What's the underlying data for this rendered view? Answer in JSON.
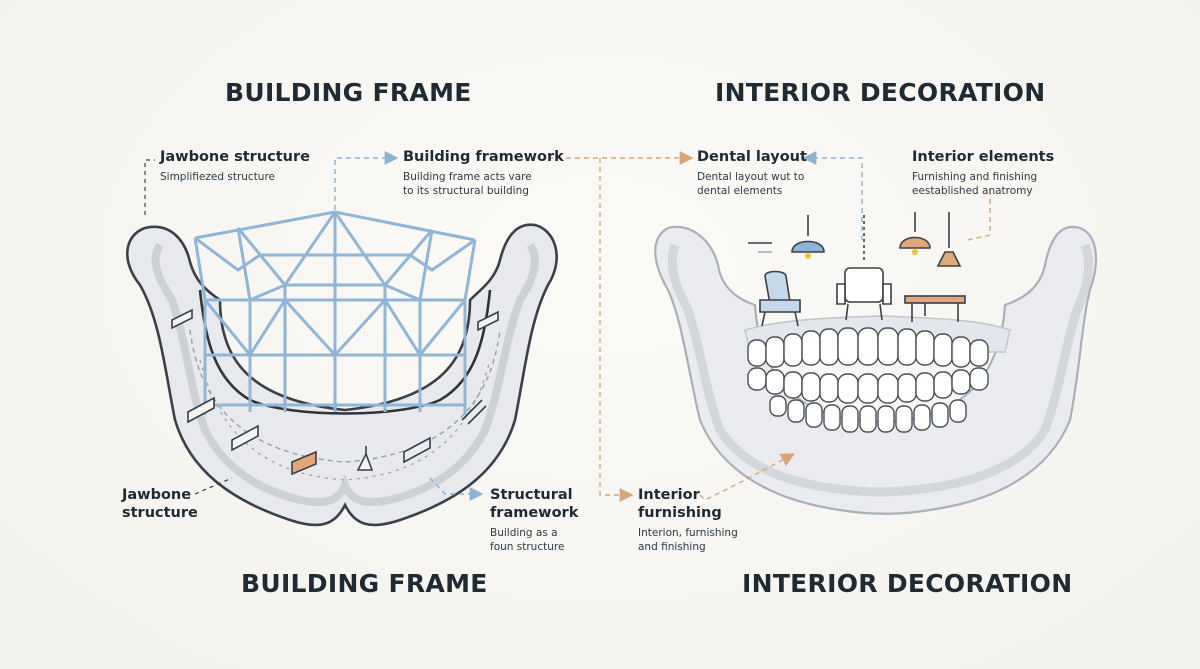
{
  "left_panel": {
    "title_top": "BUILDING FRAME",
    "title_bottom": "BUILDING FRAME",
    "labels": {
      "jawbone_top": {
        "heading": "Jawbone structure",
        "sub": "Simplifiezed structure"
      },
      "framework": {
        "heading": "Building framework",
        "sub_lines": [
          "Building frame acts vare",
          "to its structural building"
        ]
      },
      "jawbone_bottom": {
        "heading_lines": [
          "Jawbone",
          "structure"
        ]
      },
      "structural": {
        "heading_lines": [
          "Structural",
          "framework"
        ],
        "sub_lines": [
          "Building as a",
          "foun structure"
        ]
      }
    }
  },
  "right_panel": {
    "title_top": "INTERIOR DECORATION",
    "title_bottom": "INTERIOR DECORATION",
    "labels": {
      "dental": {
        "heading": "Dental layout",
        "sub_lines": [
          "Dental layout wut to",
          "dental elements"
        ]
      },
      "elements": {
        "heading": "Interior elements",
        "sub_lines": [
          "Furnishing and finishing",
          "eestablished anatromy"
        ]
      },
      "furnishing": {
        "heading_lines": [
          "Interior",
          "furnishing"
        ],
        "sub_lines": [
          "Interion, furnishing",
          "and finishing"
        ]
      }
    }
  },
  "colors": {
    "frame_blue": "#8fb6d9",
    "accent_orange": "#e0a878",
    "bone_gray": "#c9cdd2",
    "outline_dark": "#3a4048",
    "dashed_blue": "#8db3d3",
    "dashed_orange": "#d9a57a"
  },
  "icons": [
    "pendant-lamp-icon",
    "armchair-icon",
    "table-icon",
    "steel-beam-icon"
  ]
}
